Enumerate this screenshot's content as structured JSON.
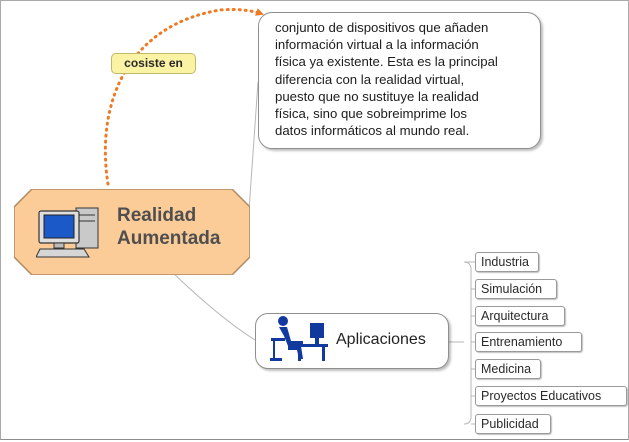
{
  "central_topic": {
    "line1": "Realidad",
    "line2": "Aumentada",
    "icon": "computer-icon"
  },
  "relationship": {
    "label": "cosiste en"
  },
  "callout": {
    "text": "conjunto de dispositivos que añaden\ninformación virtual a la información\nfísica ya existente. Esta es la principal\ndiferencia con la realidad virtual,\npuesto que no sustituye la realidad\nfísica, sino que sobreimprime los\ndatos informáticos al mundo real."
  },
  "applications": {
    "label": "Aplicaciones",
    "icon": "person-at-computer-icon",
    "items": [
      "Industria",
      "Simulación",
      "Arquitectura",
      "Entrenamiento",
      "Medicina",
      "Proyectos Educativos",
      "Publicidad"
    ]
  },
  "colors": {
    "central_fill": "#fbcc97",
    "central_border": "#b08860",
    "dotted_link": "#ee7a22",
    "icon_blue": "#123a9e",
    "label_fill": "#fbf3a4"
  }
}
